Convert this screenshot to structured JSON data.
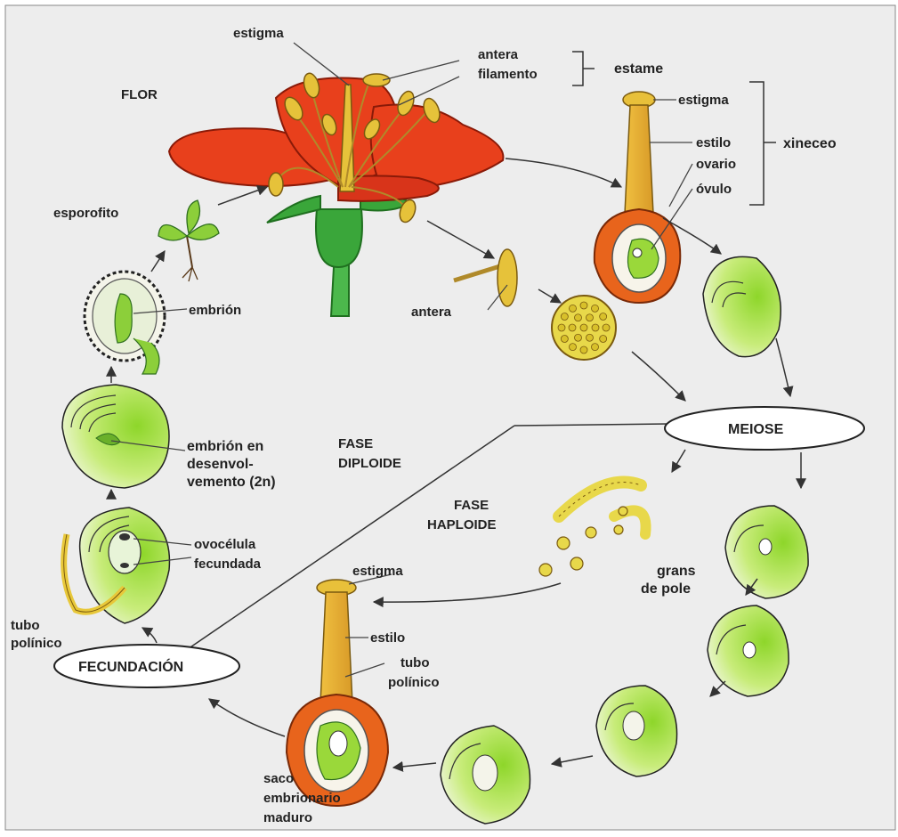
{
  "labels": {
    "flor": "FLOR",
    "estigma_top": "estigma",
    "antera_top": "antera",
    "filamento": "filamento",
    "estame": "estame",
    "estigma_pistil": "estigma",
    "estilo_pistil": "estilo",
    "ovario": "ovario",
    "ovulo": "óvulo",
    "xineceo": "xineceo",
    "esporofito": "esporofito",
    "embrion": "embrión",
    "antera_mid": "antera",
    "meiose": "MEIOSE",
    "fase_diploide_1": "FASE",
    "fase_diploide_2": "DIPLOIDE",
    "fase_haploide_1": "FASE",
    "fase_haploide_2": "HAPLOIDE",
    "embrion_dev_1": "embrión en",
    "embrion_dev_2": "desenvol-",
    "embrion_dev_3": "vemento (2n)",
    "ovocelula_1": "ovocélula",
    "ovocelula_2": "fecundada",
    "grans_1": "grans",
    "grans_2": "de pole",
    "estigma_bottom": "estigma",
    "estilo_bottom": "estilo",
    "tubo_polinico_mid_1": "tubo",
    "tubo_polinico_mid_2": "polínico",
    "tubo_polinico_left_1": "tubo",
    "tubo_polinico_left_2": "polínico",
    "fecundacion": "FECUNDACIÓN",
    "saco_1": "saco",
    "saco_2": "embrionario",
    "saco_3": "maduro"
  },
  "colors": {
    "petal": "#e8401c",
    "petal_dark": "#c42a10",
    "stamen": "#e6c23a",
    "sepal": "#3aa63a",
    "stem": "#4cb84c",
    "ovule_green": "#9ad83a",
    "ovary_orange": "#e8641c",
    "style_yellow": "#e8b43a",
    "pollen": "#e8d84a",
    "arrow": "#333333"
  }
}
